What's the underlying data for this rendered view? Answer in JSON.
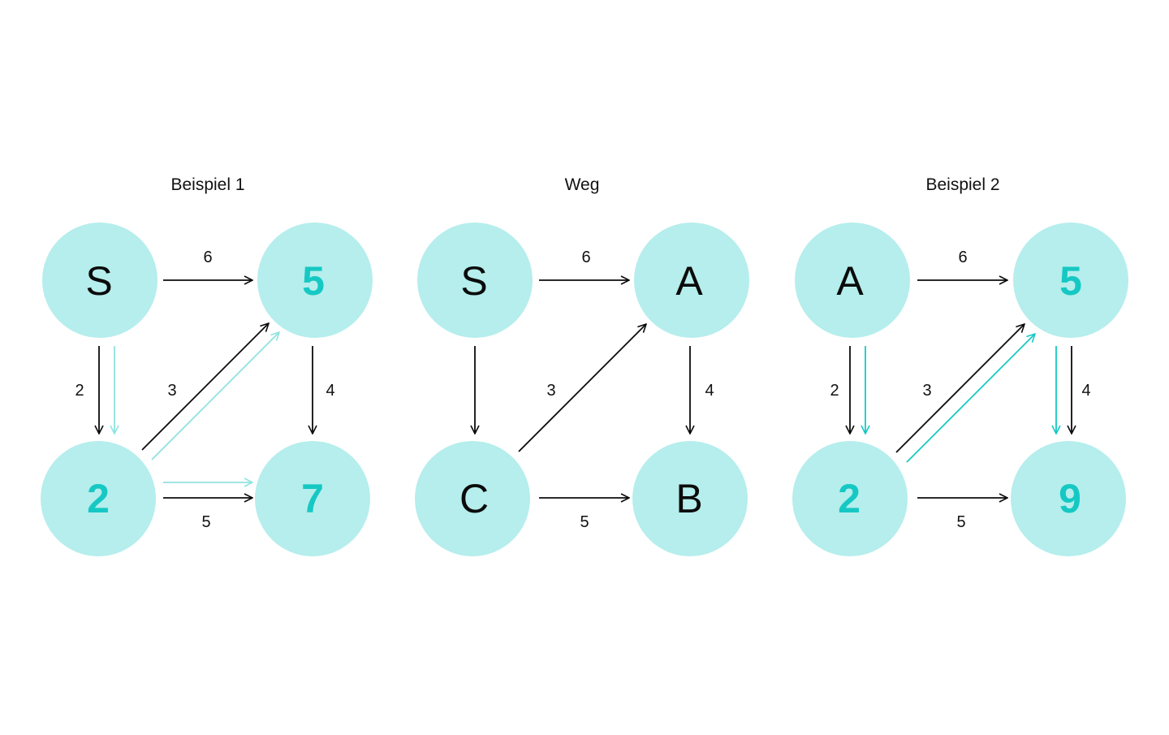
{
  "colors": {
    "node_fill": "#b5eeec",
    "accent": "#16c8c3",
    "accent_light": "#8fe3df",
    "edge": "#0b0b0b"
  },
  "panels": [
    {
      "id": "beispiel-1",
      "title": "Beispiel 1",
      "nodes": [
        {
          "id": "s",
          "label": "S",
          "accent": false
        },
        {
          "id": "tr",
          "label": "5",
          "accent": true
        },
        {
          "id": "bl",
          "label": "2",
          "accent": true
        },
        {
          "id": "br",
          "label": "7",
          "accent": true
        }
      ],
      "edges": [
        {
          "from": "s",
          "to": "tr",
          "weight": "6"
        },
        {
          "from": "s",
          "to": "bl",
          "weight": "2"
        },
        {
          "from": "bl",
          "to": "tr",
          "weight": "3"
        },
        {
          "from": "tr",
          "to": "br",
          "weight": "4"
        },
        {
          "from": "bl",
          "to": "br",
          "weight": "5"
        }
      ],
      "highlights": [
        {
          "from": "s",
          "to": "bl",
          "style": "light"
        },
        {
          "from": "bl",
          "to": "tr",
          "style": "light"
        },
        {
          "from": "bl",
          "to": "br",
          "style": "light"
        }
      ]
    },
    {
      "id": "weg",
      "title": "Weg",
      "nodes": [
        {
          "id": "s",
          "label": "S",
          "accent": false
        },
        {
          "id": "tr",
          "label": "A",
          "accent": false
        },
        {
          "id": "bl",
          "label": "C",
          "accent": false
        },
        {
          "id": "br",
          "label": "B",
          "accent": false
        }
      ],
      "edges": [
        {
          "from": "s",
          "to": "tr",
          "weight": "6"
        },
        {
          "from": "s",
          "to": "bl",
          "weight": ""
        },
        {
          "from": "bl",
          "to": "tr",
          "weight": "3"
        },
        {
          "from": "tr",
          "to": "br",
          "weight": "4"
        },
        {
          "from": "bl",
          "to": "br",
          "weight": "5"
        }
      ],
      "highlights": []
    },
    {
      "id": "beispiel-2",
      "title": "Beispiel 2",
      "nodes": [
        {
          "id": "s",
          "label": "A",
          "accent": false
        },
        {
          "id": "tr",
          "label": "5",
          "accent": true
        },
        {
          "id": "bl",
          "label": "2",
          "accent": true
        },
        {
          "id": "br",
          "label": "9",
          "accent": true
        }
      ],
      "edges": [
        {
          "from": "s",
          "to": "tr",
          "weight": "6"
        },
        {
          "from": "s",
          "to": "bl",
          "weight": "2"
        },
        {
          "from": "bl",
          "to": "tr",
          "weight": "3"
        },
        {
          "from": "tr",
          "to": "br",
          "weight": "4"
        },
        {
          "from": "bl",
          "to": "br",
          "weight": "5"
        }
      ],
      "highlights": [
        {
          "from": "s",
          "to": "bl",
          "style": "strong"
        },
        {
          "from": "bl",
          "to": "tr",
          "style": "strong"
        },
        {
          "from": "tr",
          "to": "br",
          "style": "strong"
        }
      ]
    }
  ]
}
